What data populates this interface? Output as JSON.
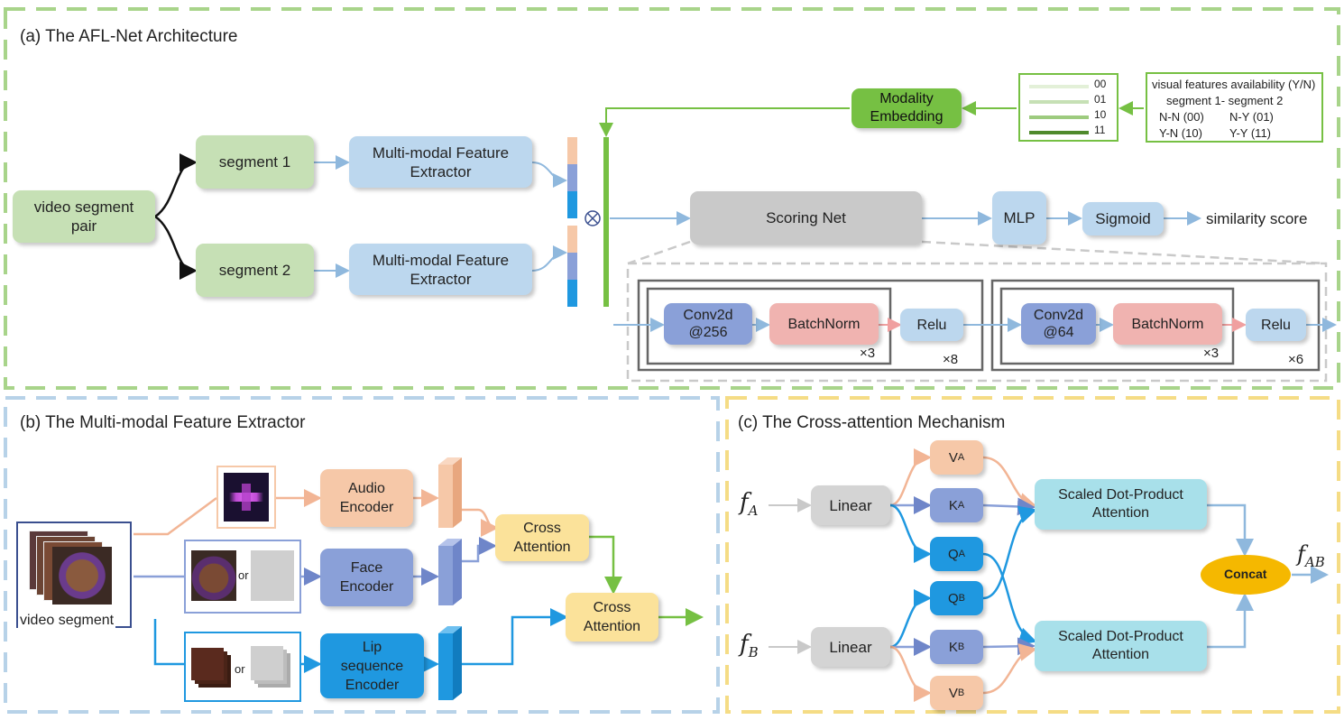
{
  "titles": {
    "a": "(a) The AFL-Net Architecture",
    "b": "(b) The Multi-modal Feature Extractor",
    "c": "(c) The Cross-attention Mechanism"
  },
  "panel_a": {
    "video_pair": "video segment pair",
    "segment1": "segment 1",
    "segment2": "segment 2",
    "extractor": "Multi-modal Feature Extractor",
    "modality_embedding": "Modality Embedding",
    "embedding_codes": [
      "00",
      "01",
      "10",
      "11"
    ],
    "availability": {
      "title": "visual features availability (Y/N)",
      "header": "segment 1- segment 2",
      "row1_left": "N-N (00)",
      "row1_right": "N-Y (01)",
      "row2_left": "Y-N (10)",
      "row2_right": "Y-Y (11)"
    },
    "scoring_net": "Scoring Net",
    "mlp": "MLP",
    "sigmoid": "Sigmoid",
    "output": "similarity score",
    "block1": {
      "conv": "Conv2d",
      "conv_ch": "@256",
      "bn": "BatchNorm",
      "relu": "Relu",
      "inner_rep": "×3",
      "outer_rep": "×8"
    },
    "block2": {
      "conv": "Conv2d",
      "conv_ch": "@64",
      "bn": "BatchNorm",
      "relu": "Relu",
      "inner_rep": "×3",
      "outer_rep": "×6"
    }
  },
  "panel_b": {
    "video_segment": "video segment",
    "audio_encoder": "Audio Encoder",
    "face_encoder": "Face Encoder",
    "lip_encoder": "Lip sequence Encoder",
    "cross_attention_1": "Cross Attention",
    "cross_attention_2": "Cross Attention",
    "or_1": "or",
    "or_2": "or"
  },
  "panel_c": {
    "fA": "f",
    "fA_sub": "A",
    "fB": "f",
    "fB_sub": "B",
    "linear_a": "Linear",
    "linear_b": "Linear",
    "VA": "V",
    "VA_sub": "A",
    "KA": "K",
    "KA_sub": "A",
    "QA": "Q",
    "QA_sub": "A",
    "QB": "Q",
    "QB_sub": "B",
    "KB": "K",
    "KB_sub": "B",
    "VB": "V",
    "VB_sub": "B",
    "sdpa_1": "Scaled Dot-Product Attention",
    "sdpa_2": "Scaled Dot-Product Attention",
    "concat": "Concat",
    "fAB": "f",
    "fAB_sub": "AB"
  },
  "colors": {
    "panel_a_border": "#a8d48a",
    "panel_b_border": "#b7d2e8",
    "panel_c_border": "#f5dc85",
    "green_arrow": "#76c043",
    "blue_arrow": "#8fb8dd",
    "orange_arrow": "#f2b595",
    "bright_blue_arrow": "#1f98e0",
    "concat": "#f5b800"
  }
}
